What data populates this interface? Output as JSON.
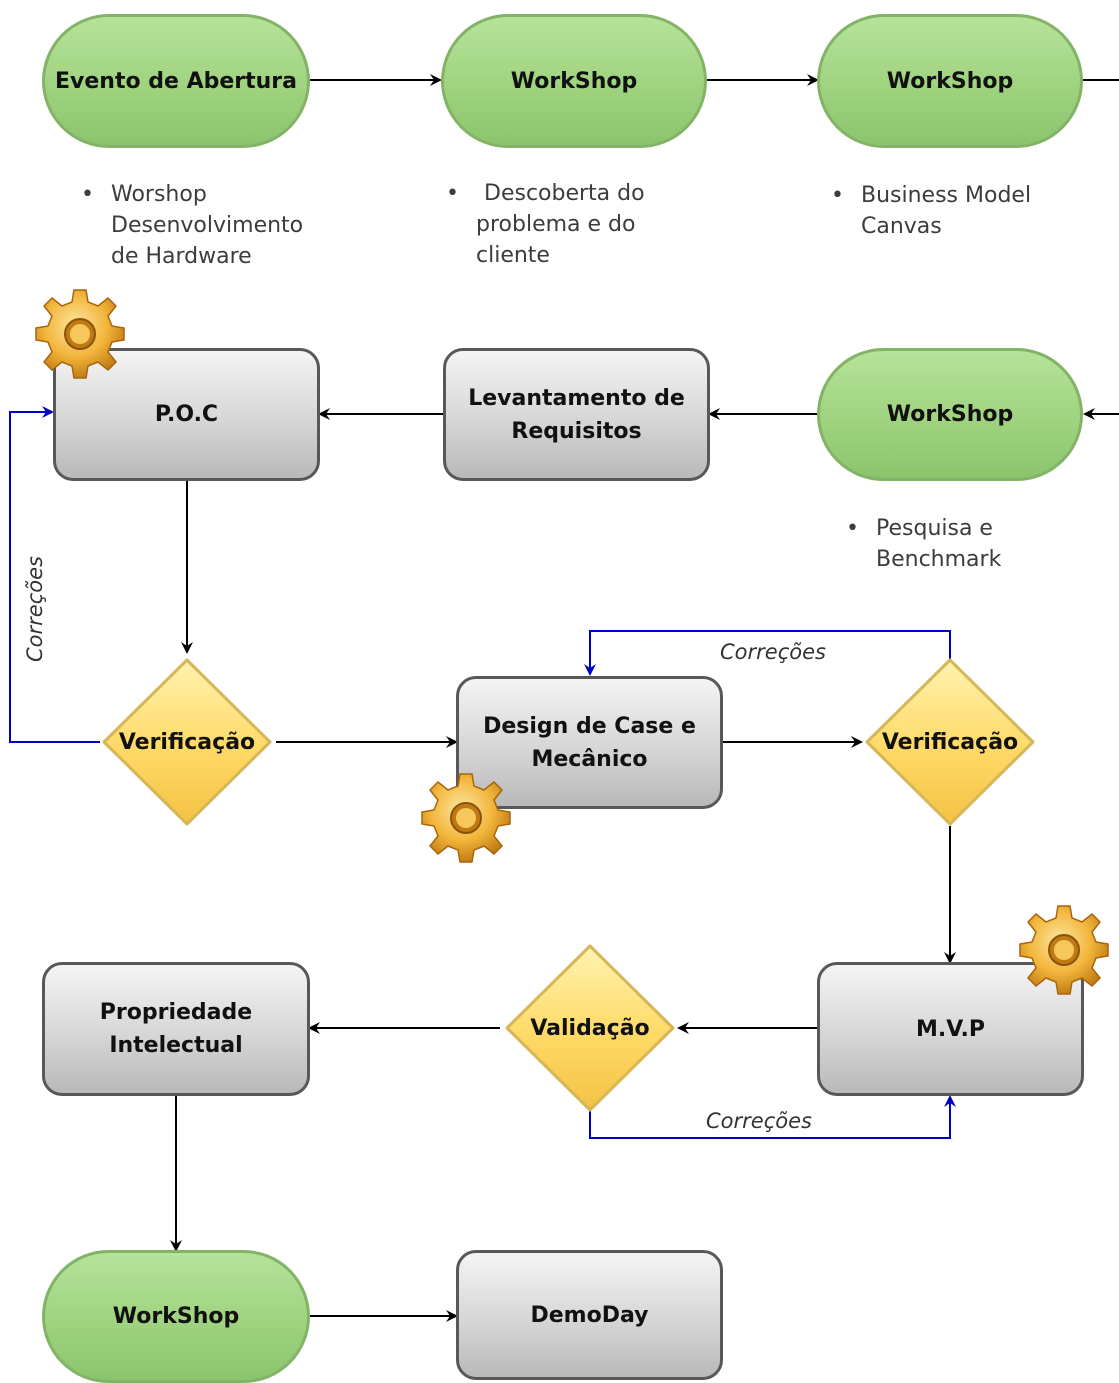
{
  "nodes": {
    "evento_abertura": "Evento de Abertura",
    "workshop_1": "WorkShop",
    "workshop_2": "WorkShop",
    "workshop_3": "WorkShop",
    "levantamento": "Levantamento de Requisitos",
    "poc": "P.O.C",
    "verificacao_1": "Verificação",
    "design": "Design de Case e Mecânico",
    "verificacao_2": "Verificação",
    "mvp": "M.V.P",
    "validacao": "Validação",
    "propriedade": "Propriedade Intelectual",
    "workshop_4": "WorkShop",
    "demoday": "DemoDay"
  },
  "bullets": {
    "b1_line1": "Worshop",
    "b1_line2": "Desenvolvimento",
    "b1_line3": "de Hardware",
    "b2_line1": "Descoberta do",
    "b2_line2": "problema e do",
    "b2_line3": "cliente",
    "b3_line1": "Business Model",
    "b3_line2": "Canvas",
    "b4_line1": "Pesquisa e",
    "b4_line2": "Benchmark"
  },
  "edge_labels": {
    "correcoes_left": "Correções",
    "correcoes_design": "Correções",
    "correcoes_mvp": "Correções"
  },
  "colors": {
    "pill_fill": "#9fd37f",
    "pill_border": "#82b366",
    "box_fill": "#d6d6d6",
    "box_border": "#585858",
    "diamond_fill": "#ffd966",
    "diamond_border": "#d6b656",
    "feedback_edge": "#0000cc",
    "edge": "#000000",
    "gear": "#e0a020"
  }
}
